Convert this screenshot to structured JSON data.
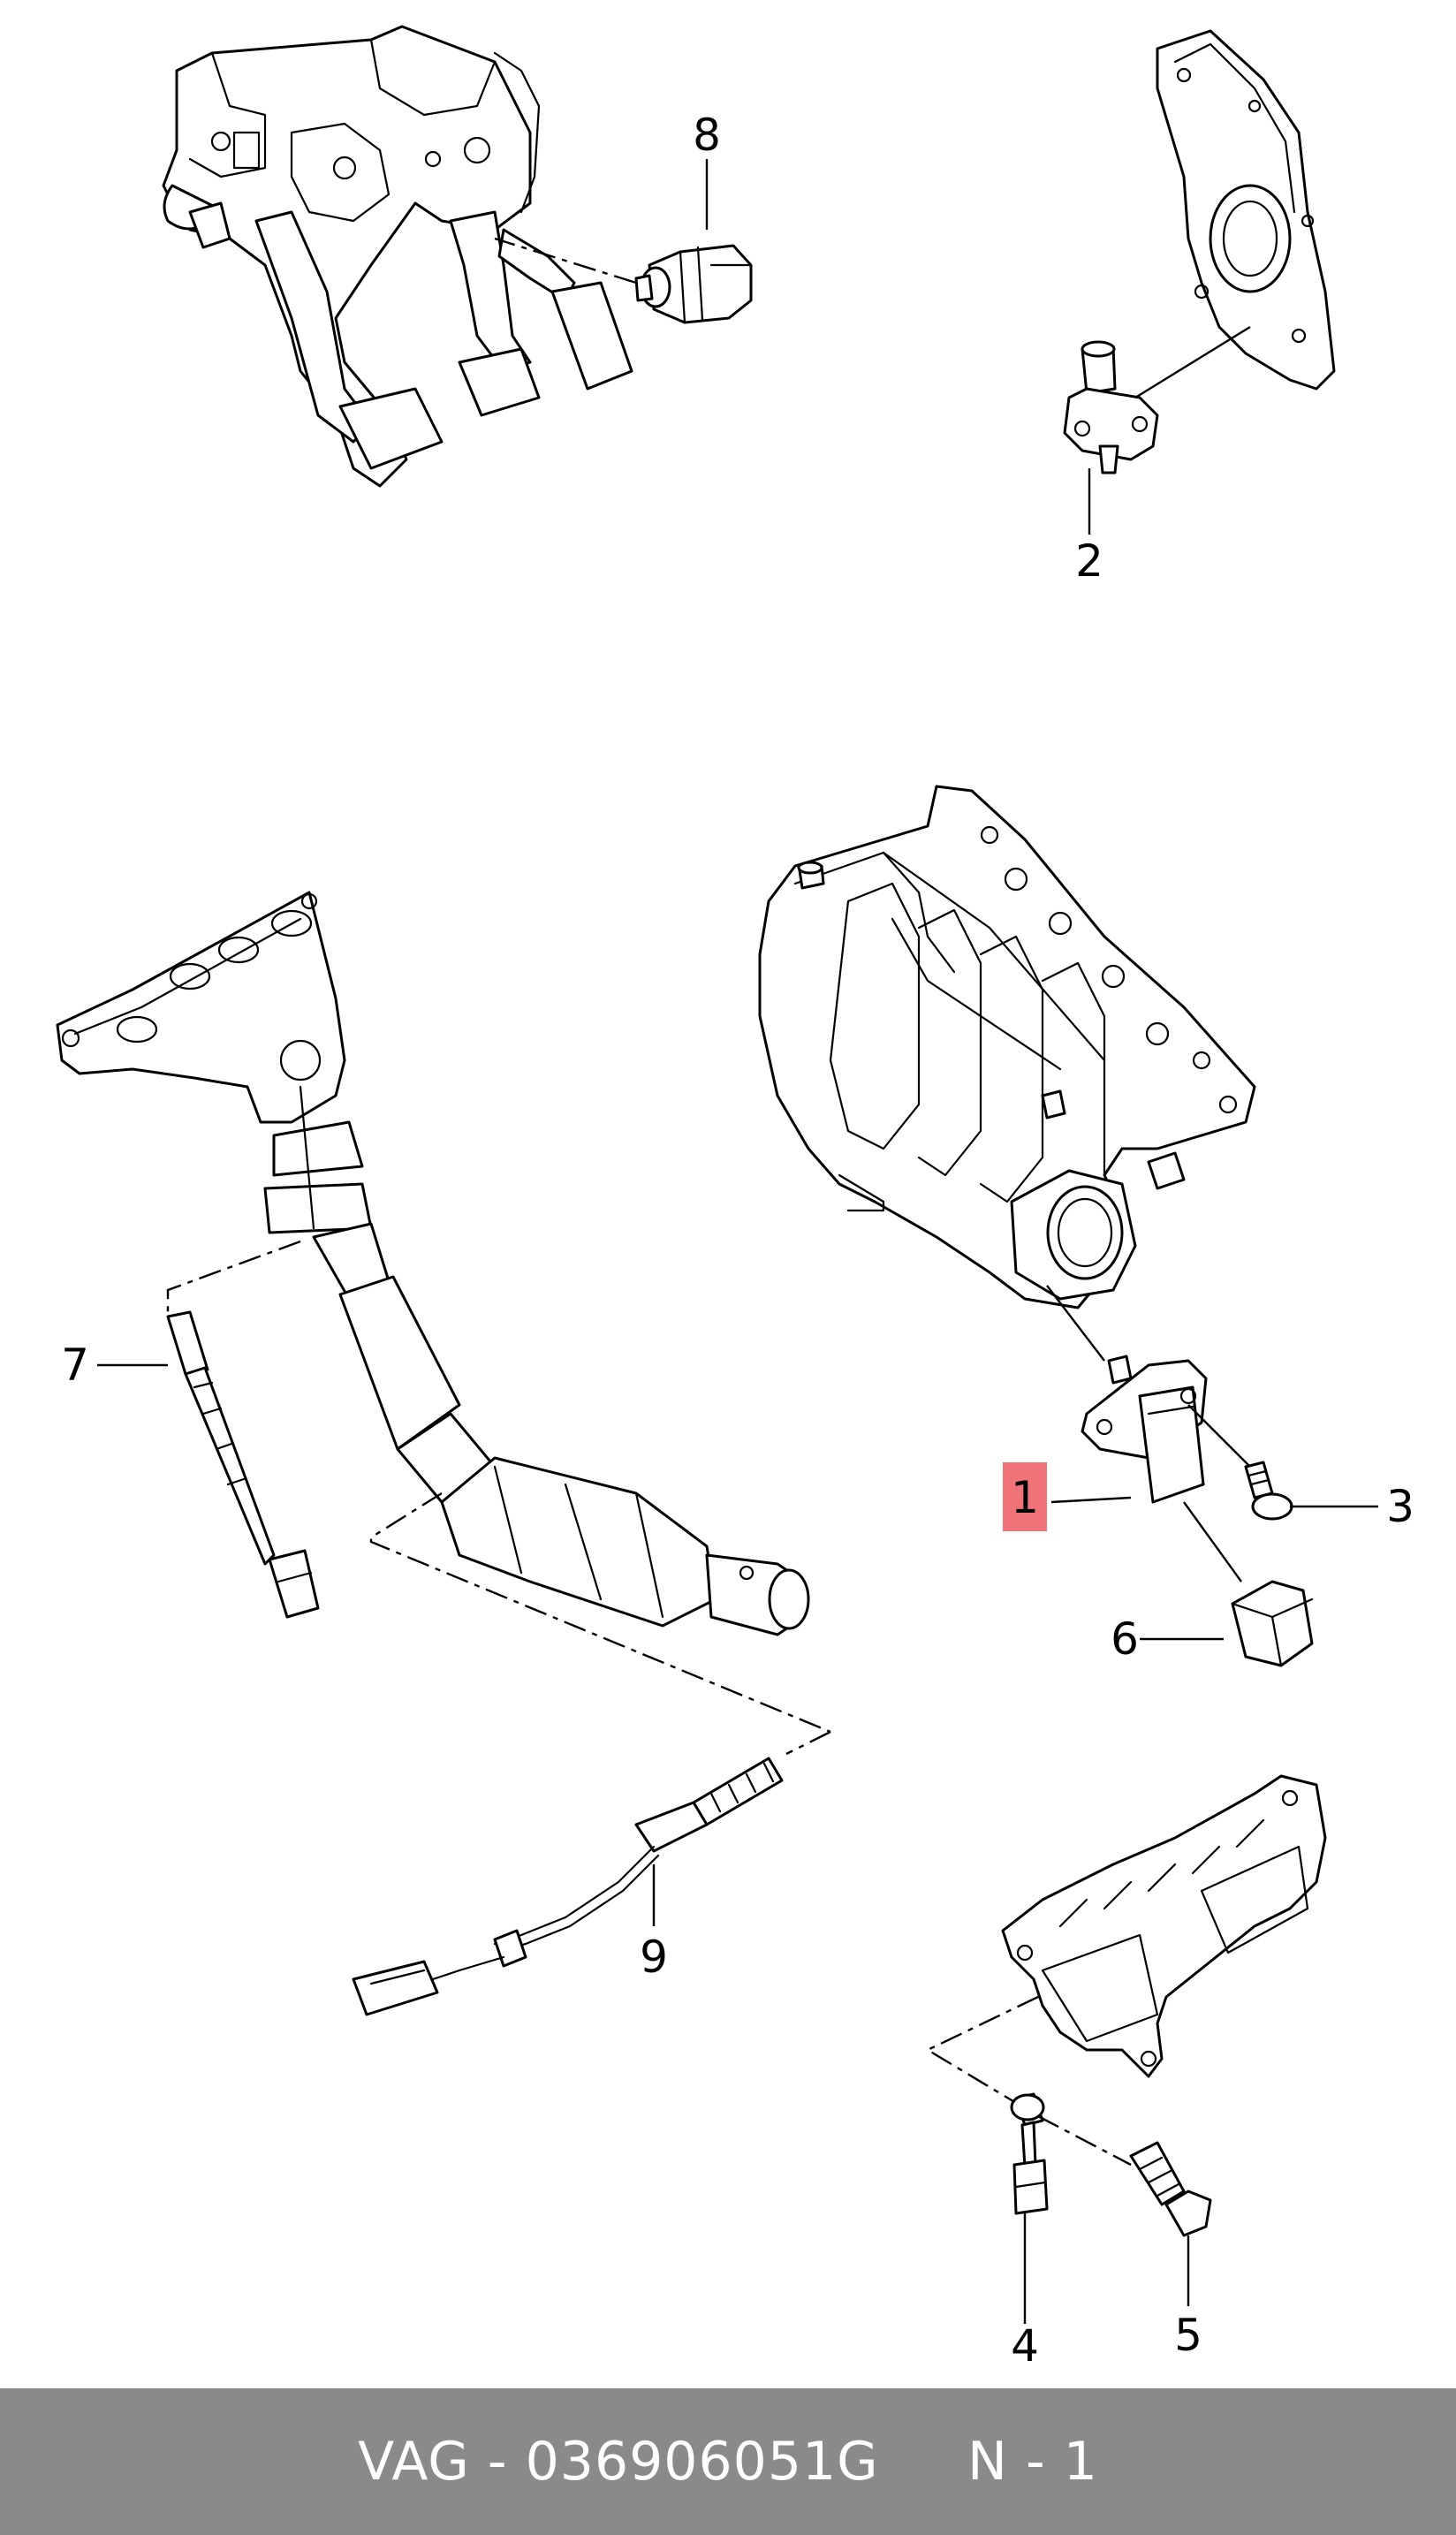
{
  "callouts": {
    "c1": "1",
    "c2": "2",
    "c3": "3",
    "c4": "4",
    "c5": "5",
    "c6": "6",
    "c7": "7",
    "c8": "8",
    "c9": "9"
  },
  "highlight_color": "#ef7379",
  "footer": {
    "text": "VAG - 036906051G     N - 1",
    "background": "#8a8a8a"
  }
}
